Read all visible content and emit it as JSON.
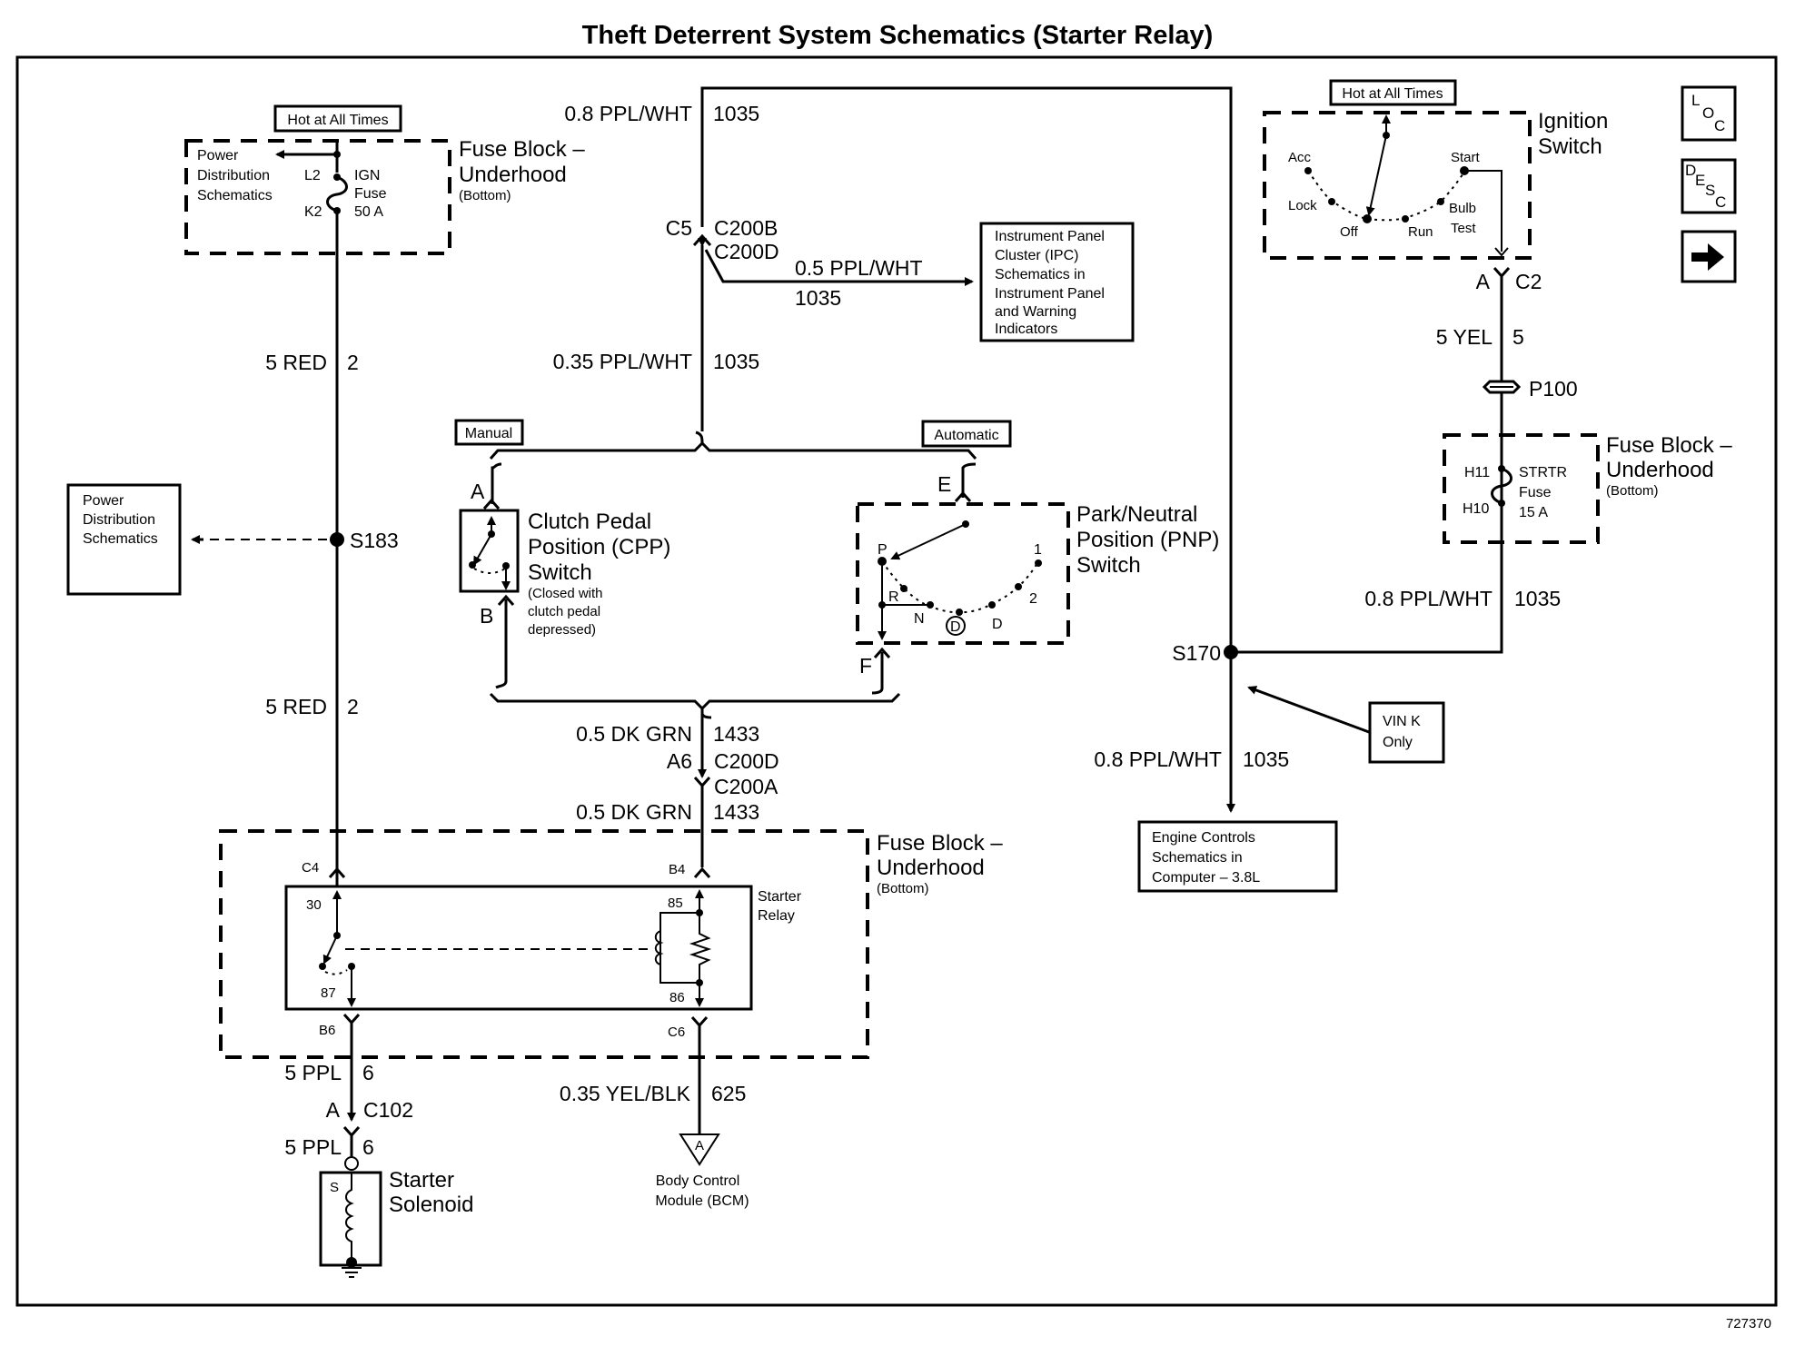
{
  "title": "Theft Deterrent System Schematics (Starter Relay)",
  "figure_id": "727370",
  "nav_icons": [
    {
      "name": "loc-icon",
      "letters": [
        "L",
        "O",
        "C"
      ]
    },
    {
      "name": "desc-icon",
      "letters": [
        "D",
        "E",
        "S",
        "C"
      ]
    },
    {
      "name": "next-arrow-icon",
      "glyph": "➡"
    }
  ],
  "left_fuse_block": {
    "tag": "Hot at All Times",
    "title_line1": "Fuse Block –",
    "title_line2": "Underhood",
    "title_line3": "(Bottom)",
    "ref_line1": "Power",
    "ref_line2": "Distribution",
    "ref_line3": "Schematics",
    "pin_top": "L2",
    "pin_bottom": "K2",
    "fuse_line1": "IGN",
    "fuse_line2": "Fuse",
    "fuse_line3": "50 A"
  },
  "left_wire": {
    "upper": {
      "spec": "5 RED",
      "circuit": "2"
    },
    "lower": {
      "spec": "5 RED",
      "circuit": "2"
    },
    "splice": "S183"
  },
  "power_dist_box": {
    "line1": "Power",
    "line2": "Distribution",
    "line3": "Schematics"
  },
  "center_top": {
    "wire_top": {
      "spec": "0.8 PPL/WHT",
      "circuit": "1035"
    },
    "conn_pin": "C5",
    "conn_1": "C200B",
    "conn_2": "C200D",
    "branch": {
      "spec": "0.5 PPL/WHT",
      "circuit": "1035"
    },
    "wire_below": {
      "spec": "0.35 PPL/WHT",
      "circuit": "1035"
    }
  },
  "ipc_box": {
    "lines": [
      "Instrument Panel",
      "Cluster (IPC)",
      "Schematics in",
      "Instrument Panel",
      "and  Warning",
      "Indicators"
    ]
  },
  "manual_tag": "Manual",
  "automatic_tag": "Automatic",
  "cpp_switch": {
    "pin_top": "A",
    "pin_bottom": "B",
    "title_line1": "Clutch Pedal",
    "title_line2": "Position (CPP)",
    "title_line3": "Switch",
    "note_line1": "(Closed with",
    "note_line2": "clutch pedal",
    "note_line3": "depressed)"
  },
  "pnp_switch": {
    "pin_top": "E",
    "pin_bottom": "F",
    "title_line1": "Park/Neutral",
    "title_line2": "Position (PNP)",
    "title_line3": "Switch",
    "positions": [
      "P",
      "R",
      "N",
      "D",
      "D",
      "2",
      "1"
    ]
  },
  "center_bottom": {
    "wire_upper": {
      "spec": "0.5 DK GRN",
      "circuit": "1433"
    },
    "conn_pin": "A6",
    "conn_1": "C200D",
    "conn_2": "C200A",
    "wire_lower": {
      "spec": "0.5 DK GRN",
      "circuit": "1433"
    }
  },
  "relay_block": {
    "title_line1": "Fuse Block –",
    "title_line2": "Underhood",
    "title_line3": "(Bottom)",
    "relay_line1": "Starter",
    "relay_line2": "Relay",
    "pin_c4": "C4",
    "pin_b4": "B4",
    "pin_b6": "B6",
    "pin_c6": "C6",
    "term_30": "30",
    "term_87": "87",
    "term_85": "85",
    "term_86": "86"
  },
  "solenoid_path": {
    "wire_upper": {
      "spec": "5 PPL",
      "circuit": "6"
    },
    "conn_pin": "A",
    "conn": "C102",
    "wire_lower": {
      "spec": "5 PPL",
      "circuit": "6"
    },
    "label_line1": "Starter",
    "label_line2": "Solenoid",
    "coil_tag": "S"
  },
  "bcm_path": {
    "wire": {
      "spec": "0.35 YEL/BLK",
      "circuit": "625"
    },
    "connector_letter": "A",
    "label_line1": "Body Control",
    "label_line2": "Module (BCM)"
  },
  "ignition_switch": {
    "tag": "Hot at All Times",
    "title_line1": "Ignition",
    "title_line2": "Switch",
    "positions": {
      "acc": "Acc",
      "lock": "Lock",
      "off": "Off",
      "run": "Run",
      "start": "Start",
      "bulb1": "Bulb",
      "bulb2": "Test"
    },
    "conn_pin": "A",
    "conn": "C2"
  },
  "right_path": {
    "wire_upper": {
      "spec": "5 YEL",
      "circuit": "5"
    },
    "pass_through": "P100",
    "fuse_block": {
      "title_line1": "Fuse Block –",
      "title_line2": "Underhood",
      "title_line3": "(Bottom)",
      "pin_top": "H11",
      "pin_bottom": "H10",
      "fuse_line1": "STRTR",
      "fuse_line2": "Fuse",
      "fuse_line3": "15 A"
    },
    "wire_lower": {
      "spec": "0.8 PPL/WHT",
      "circuit": "1035"
    }
  },
  "s170": {
    "splice": "S170",
    "wire": {
      "spec": "0.8 PPL/WHT",
      "circuit": "1035"
    },
    "vin_line1": "VIN K",
    "vin_line2": "Only",
    "ecm_lines": [
      "Engine Controls",
      "Schematics in",
      "Computer – 3.8L"
    ]
  }
}
